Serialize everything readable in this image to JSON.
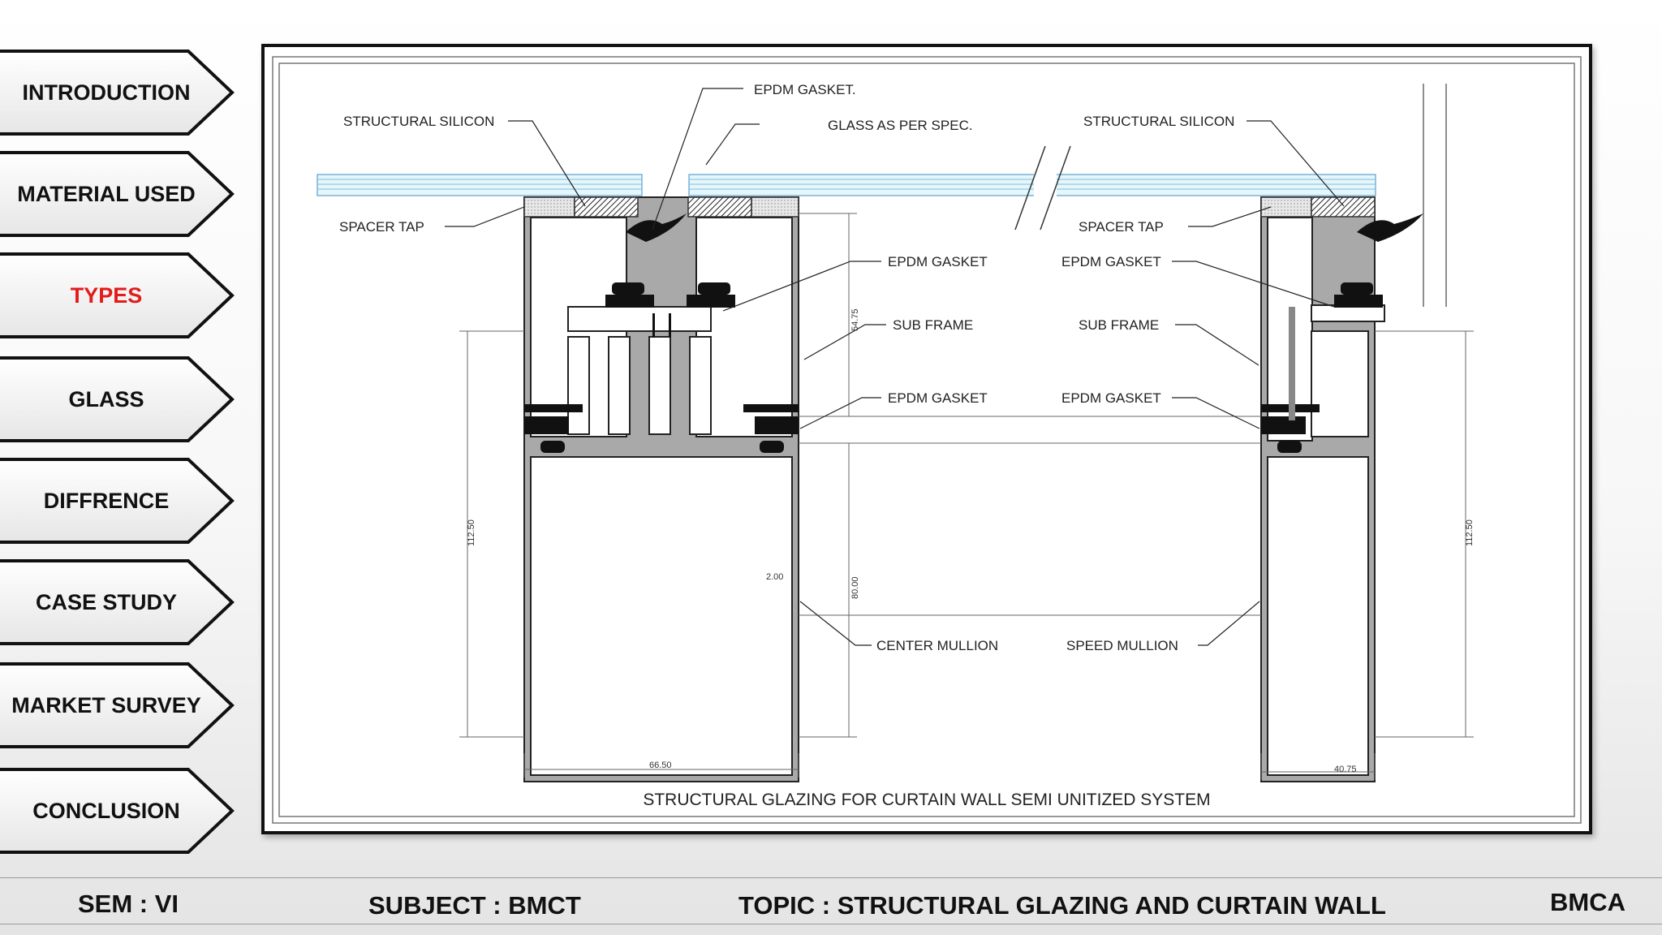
{
  "nav": {
    "items": [
      {
        "label": "INTRODUCTION",
        "active": false
      },
      {
        "label": "MATERIAL USED",
        "active": false
      },
      {
        "label": "TYPES",
        "active": true
      },
      {
        "label": "GLASS",
        "active": false
      },
      {
        "label": "DIFFRENCE",
        "active": false
      },
      {
        "label": "CASE STUDY",
        "active": false
      },
      {
        "label": "MARKET SURVEY",
        "active": false
      },
      {
        "label": "CONCLUSION",
        "active": false
      }
    ],
    "active_color": "#e21b1b"
  },
  "diagram": {
    "title": "STRUCTURAL GLAZING FOR CURTAIN WALL SEMI UNITIZED SYSTEM",
    "labels": {
      "structural_silicon_left": "STRUCTURAL SILICON",
      "epdm_gasket_top": "EPDM GASKET.",
      "glass_spec": "GLASS AS PER SPEC.",
      "structural_silicon_right": "STRUCTURAL SILICON",
      "spacer_tap_left": "SPACER TAP",
      "spacer_tap_right": "SPACER TAP",
      "epdm_gasket_1_left": "EPDM GASKET",
      "epdm_gasket_1_right": "EPDM GASKET",
      "sub_frame_left": "SUB FRAME",
      "sub_frame_right": "SUB FRAME",
      "epdm_gasket_2_left": "EPDM GASKET",
      "epdm_gasket_2_right": "EPDM GASKET",
      "center_mullion": "CENTER MULLION",
      "speed_mullion": "SPEED MULLION"
    },
    "dimensions": {
      "height_left": "112.50",
      "height_right": "112.50",
      "depth_54": "54.75",
      "depth_80": "80.00",
      "wall_thickness": "2.00",
      "width_left": "66.50",
      "width_right": "40.75"
    }
  },
  "footer": {
    "sem": "SEM : VI",
    "subject": "SUBJECT : BMCT",
    "topic": "TOPIC : STRUCTURAL GLAZING AND CURTAIN WALL",
    "brand": "BMCA"
  }
}
